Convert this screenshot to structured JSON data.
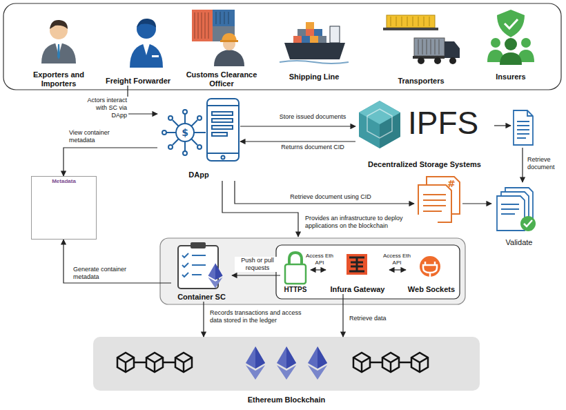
{
  "diagram": {
    "nodes": [
      {
        "text": [
          "Exporters and Importers"
        ]
      },
      {
        "text": [
          "Freight Forwarder"
        ]
      },
      {
        "text": [
          "Customs Clearance Officer"
        ]
      },
      {
        "text": [
          "Shipping Line"
        ]
      },
      {
        "text": [
          "Transporters"
        ]
      },
      {
        "text": [
          "Insurers"
        ]
      },
      {
        "text": [
          "DApp"
        ]
      },
      {
        "text": [
          "IPFS",
          "Decentralized Storage Systems"
        ]
      },
      {
        "text": [
          "Metadata"
        ]
      },
      {
        "text": [
          "Validate"
        ]
      },
      {
        "text": [
          "Container SC"
        ]
      },
      {
        "text": [
          "HTTPS"
        ]
      },
      {
        "text": [
          "Infura Gateway"
        ]
      },
      {
        "text": [
          "Web Sockets"
        ]
      },
      {
        "text": [
          "Ethereum Blockchain"
        ]
      }
    ],
    "edges": [
      {
        "from": 1,
        "to": 6,
        "arrow": "to",
        "label": "Actors interact with SC via DApp"
      },
      {
        "from": 6,
        "to": 7,
        "arrow": "to",
        "label": "Store issued documents"
      },
      {
        "from": 7,
        "to": 6,
        "arrow": "to",
        "label": "Returns document CID"
      },
      {
        "from": 6,
        "to": 8,
        "arrow": "to",
        "label": "View container metadata"
      },
      {
        "from": 11,
        "to": 12,
        "arrow": "both",
        "label": "Access Eth API"
      },
      {
        "from": 12,
        "to": 13,
        "arrow": "both",
        "label": "Access Eth API"
      },
      {
        "from": 11,
        "to": 10,
        "arrow": "to",
        "label": "Push or pull requests"
      },
      {
        "from": 10,
        "to": 8,
        "arrow": "to",
        "label": "Generate container metadata"
      },
      {
        "from": 10,
        "to": 14,
        "arrow": "to",
        "label": "Records transactions and access data stored in the ledger"
      },
      {
        "from": 12,
        "to": 14,
        "arrow": "to",
        "label": "Retrieve data"
      }
    ],
    "labels": [
      "Retrieve document",
      "Retrieve document using CID",
      "Provides an infrastructure to deploy applications on the blockchain"
    ]
  }
}
